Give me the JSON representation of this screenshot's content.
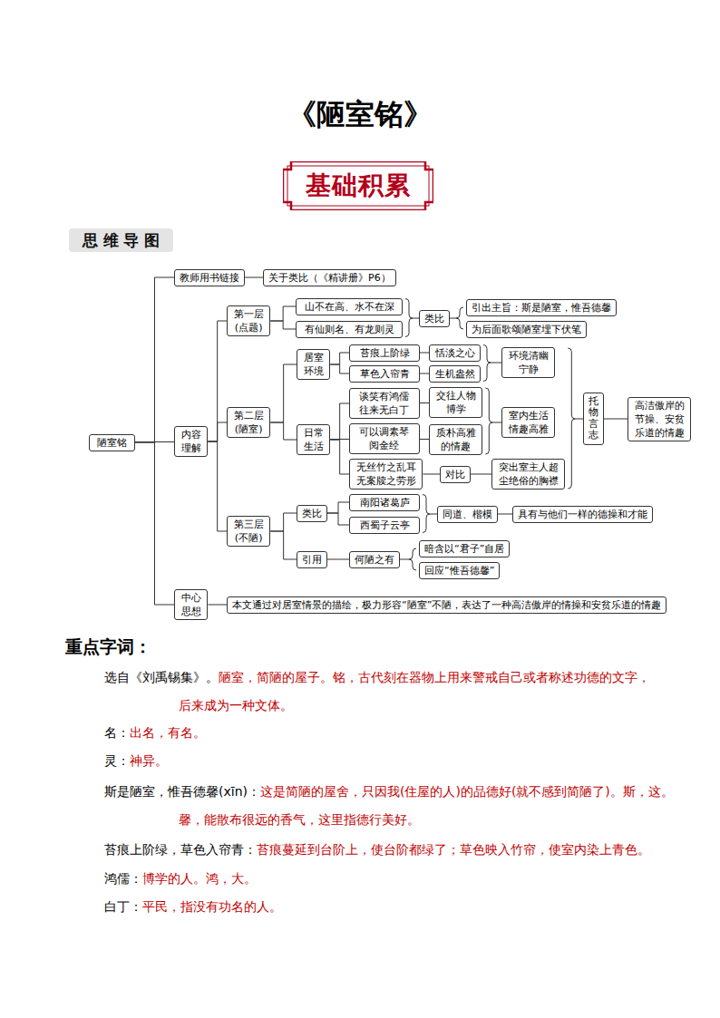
{
  "diagram": {
    "title": "《陋室铭》",
    "nodes": [
      {
        "text": [
          "基础积累"
        ]
      },
      {
        "text": [
          "思 维 导 图"
        ]
      },
      {
        "text": [
          "陋室铭"
        ]
      },
      {
        "text": [
          "教师用书链接"
        ]
      },
      {
        "text": [
          "关于类比（《精讲册》P6）"
        ]
      },
      {
        "text": [
          "内容 理解"
        ]
      },
      {
        "text": [
          "第一层 (点题)"
        ]
      },
      {
        "text": [
          "山不在高、水不在深"
        ]
      },
      {
        "text": [
          "有仙则名、有龙则灵"
        ]
      },
      {
        "text": [
          "类比"
        ]
      },
      {
        "text": [
          "引出主旨：斯是陋室，惟吾德馨"
        ]
      },
      {
        "text": [
          "为后面歌颂陋室埋下伏笔"
        ]
      },
      {
        "text": [
          "第二层 (陋室)"
        ]
      },
      {
        "text": [
          "居室 环境"
        ]
      },
      {
        "text": [
          "苔痕上阶绿"
        ]
      },
      {
        "text": [
          "恬淡之心"
        ]
      },
      {
        "text": [
          "草色入帘青"
        ]
      },
      {
        "text": [
          "生机盎然"
        ]
      },
      {
        "text": [
          "环境清幽 宁静"
        ]
      },
      {
        "text": [
          "日常 生活"
        ]
      },
      {
        "text": [
          "谈笑有鸿儒 往来无白丁"
        ]
      },
      {
        "text": [
          "交往人物 博学"
        ]
      },
      {
        "text": [
          "可以调素琴 阅金经"
        ]
      },
      {
        "text": [
          "质朴高雅 的情趣"
        ]
      },
      {
        "text": [
          "室内生活 情趣高雅"
        ]
      },
      {
        "text": [
          "无丝竹之乱耳 无案牍之劳形"
        ]
      },
      {
        "text": [
          "对比"
        ]
      },
      {
        "text": [
          "突出室主人超 尘绝俗的胸襟"
        ]
      },
      {
        "text": [
          "托物言志"
        ]
      },
      {
        "text": [
          "高洁傲岸的 节操、安贫 乐道的情趣"
        ]
      },
      {
        "text": [
          "第三层 (不陋)"
        ]
      },
      {
        "text": [
          "类比"
        ]
      },
      {
        "text": [
          "南阳诸葛庐"
        ]
      },
      {
        "text": [
          "西蜀子云亭"
        ]
      },
      {
        "text": [
          "同道、楷模"
        ]
      },
      {
        "text": [
          "具有与他们一样的德操和才能"
        ]
      },
      {
        "text": [
          "引用"
        ]
      },
      {
        "text": [
          "何陋之有"
        ]
      },
      {
        "text": [
          "暗含以“君子”自居"
        ]
      },
      {
        "text": [
          "回应“惟吾德馨”"
        ]
      },
      {
        "text": [
          "中心 思想"
        ]
      },
      {
        "text": [
          "本文通过对居室情景的描绘，极力形容“陋室”不陋，表达了一种高洁傲岸的情操和安贫乐道的情趣"
        ]
      }
    ],
    "edges": [
      {
        "from": 2,
        "to": 3,
        "arrow": "none"
      },
      {
        "from": 2,
        "to": 5,
        "arrow": "none"
      },
      {
        "from": 2,
        "to": 40,
        "arrow": "none"
      },
      {
        "from": 3,
        "to": 4,
        "arrow": "none"
      },
      {
        "from": 5,
        "to": 6,
        "arrow": "none"
      },
      {
        "from": 5,
        "to": 12,
        "arrow": "none"
      },
      {
        "from": 5,
        "to": 30,
        "arrow": "none"
      },
      {
        "from": 6,
        "to": 7,
        "arrow": "none"
      },
      {
        "from": 6,
        "to": 8,
        "arrow": "none"
      },
      {
        "from": 12,
        "to": 13,
        "arrow": "none"
      },
      {
        "from": 12,
        "to": 19,
        "arrow": "none"
      },
      {
        "from": 13,
        "to": 14,
        "arrow": "none"
      },
      {
        "from": 13,
        "to": 16,
        "arrow": "none"
      },
      {
        "from": 14,
        "to": 15,
        "arrow": "none"
      },
      {
        "from": 16,
        "to": 17,
        "arrow": "none"
      },
      {
        "from": 19,
        "to": 20,
        "arrow": "none"
      },
      {
        "from": 19,
        "to": 22,
        "arrow": "none"
      },
      {
        "from": 19,
        "to": 25,
        "arrow": "none"
      },
      {
        "from": 20,
        "to": 21,
        "arrow": "none"
      },
      {
        "from": 22,
        "to": 23,
        "arrow": "none"
      },
      {
        "from": 25,
        "to": 26,
        "arrow": "none"
      },
      {
        "from": 26,
        "to": 27,
        "arrow": "none"
      },
      {
        "from": 28,
        "to": 29,
        "arrow": "none"
      },
      {
        "from": 30,
        "to": 31,
        "arrow": "none"
      },
      {
        "from": 30,
        "to": 36,
        "arrow": "none"
      },
      {
        "from": 31,
        "to": 32,
        "arrow": "none"
      },
      {
        "from": 31,
        "to": 33,
        "arrow": "none"
      },
      {
        "from": 34,
        "to": 35,
        "arrow": "none"
      },
      {
        "from": 36,
        "to": 37,
        "arrow": "none"
      },
      {
        "from": 40,
        "to": 41,
        "arrow": "none"
      }
    ],
    "labels": [
      "重点字词：",
      "选自《刘禹锡集》。",
      "陋室，简陋的屋子。铭，古代刻在器物上用来警戒自己或者称述功德的文字，",
      "后来成为一种文体。",
      "名：",
      "出名，有名。",
      "灵：",
      "神异。",
      "斯是陋室，惟吾德馨(xīn)：",
      "这是简陋的屋舍，只因我(住屋的人)的品德好(就不感到简陋了)。斯，这。",
      "馨，能散布很远的香气，这里指德行美好。",
      "苔痕上阶绿，草色入帘青：",
      "苔痕蔓延到台阶上，使台阶都绿了；草色映入竹帘，使室内染上青色。",
      "鸿儒：",
      "博学的人。鸿，大。",
      "白丁：",
      "平民，指没有功名的人。"
    ]
  }
}
